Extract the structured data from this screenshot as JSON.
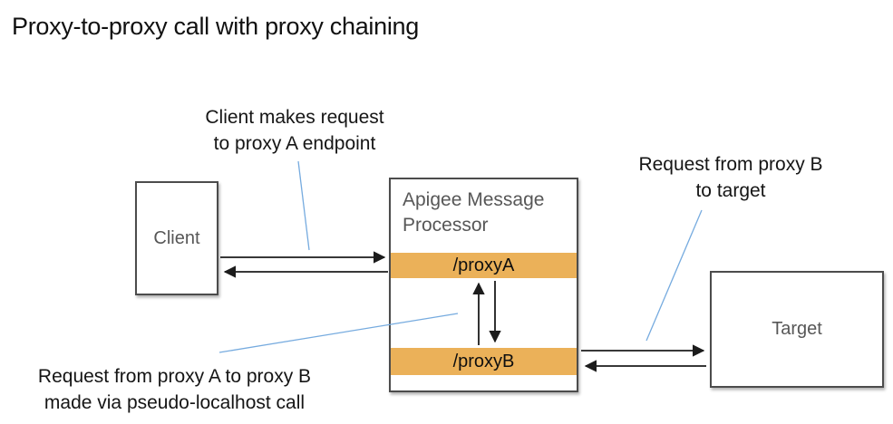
{
  "title": "Proxy-to-proxy call with proxy chaining",
  "annotations": {
    "client_request": {
      "line1": "Client makes request",
      "line2": "to proxy A endpoint"
    },
    "proxyb_to_target": {
      "line1": "Request from proxy B",
      "line2": "to target"
    },
    "proxya_to_proxyb": {
      "line1": "Request from proxy A to proxy B",
      "line2": "made via pseudo-localhost call"
    }
  },
  "nodes": {
    "client": {
      "label": "Client"
    },
    "message_processor": {
      "title": "Apigee Message Processor",
      "endpoints": [
        {
          "label": "/proxyA"
        },
        {
          "label": "/proxyB"
        }
      ]
    },
    "target": {
      "label": "Target"
    }
  },
  "colors": {
    "endpoint_bar": "#EBB159",
    "leader_line": "#76ABDF",
    "box_border": "#4C4C4C",
    "box_label_text": "#575757",
    "arrow": "#1C1C1C",
    "background": "#FFFFFF"
  }
}
